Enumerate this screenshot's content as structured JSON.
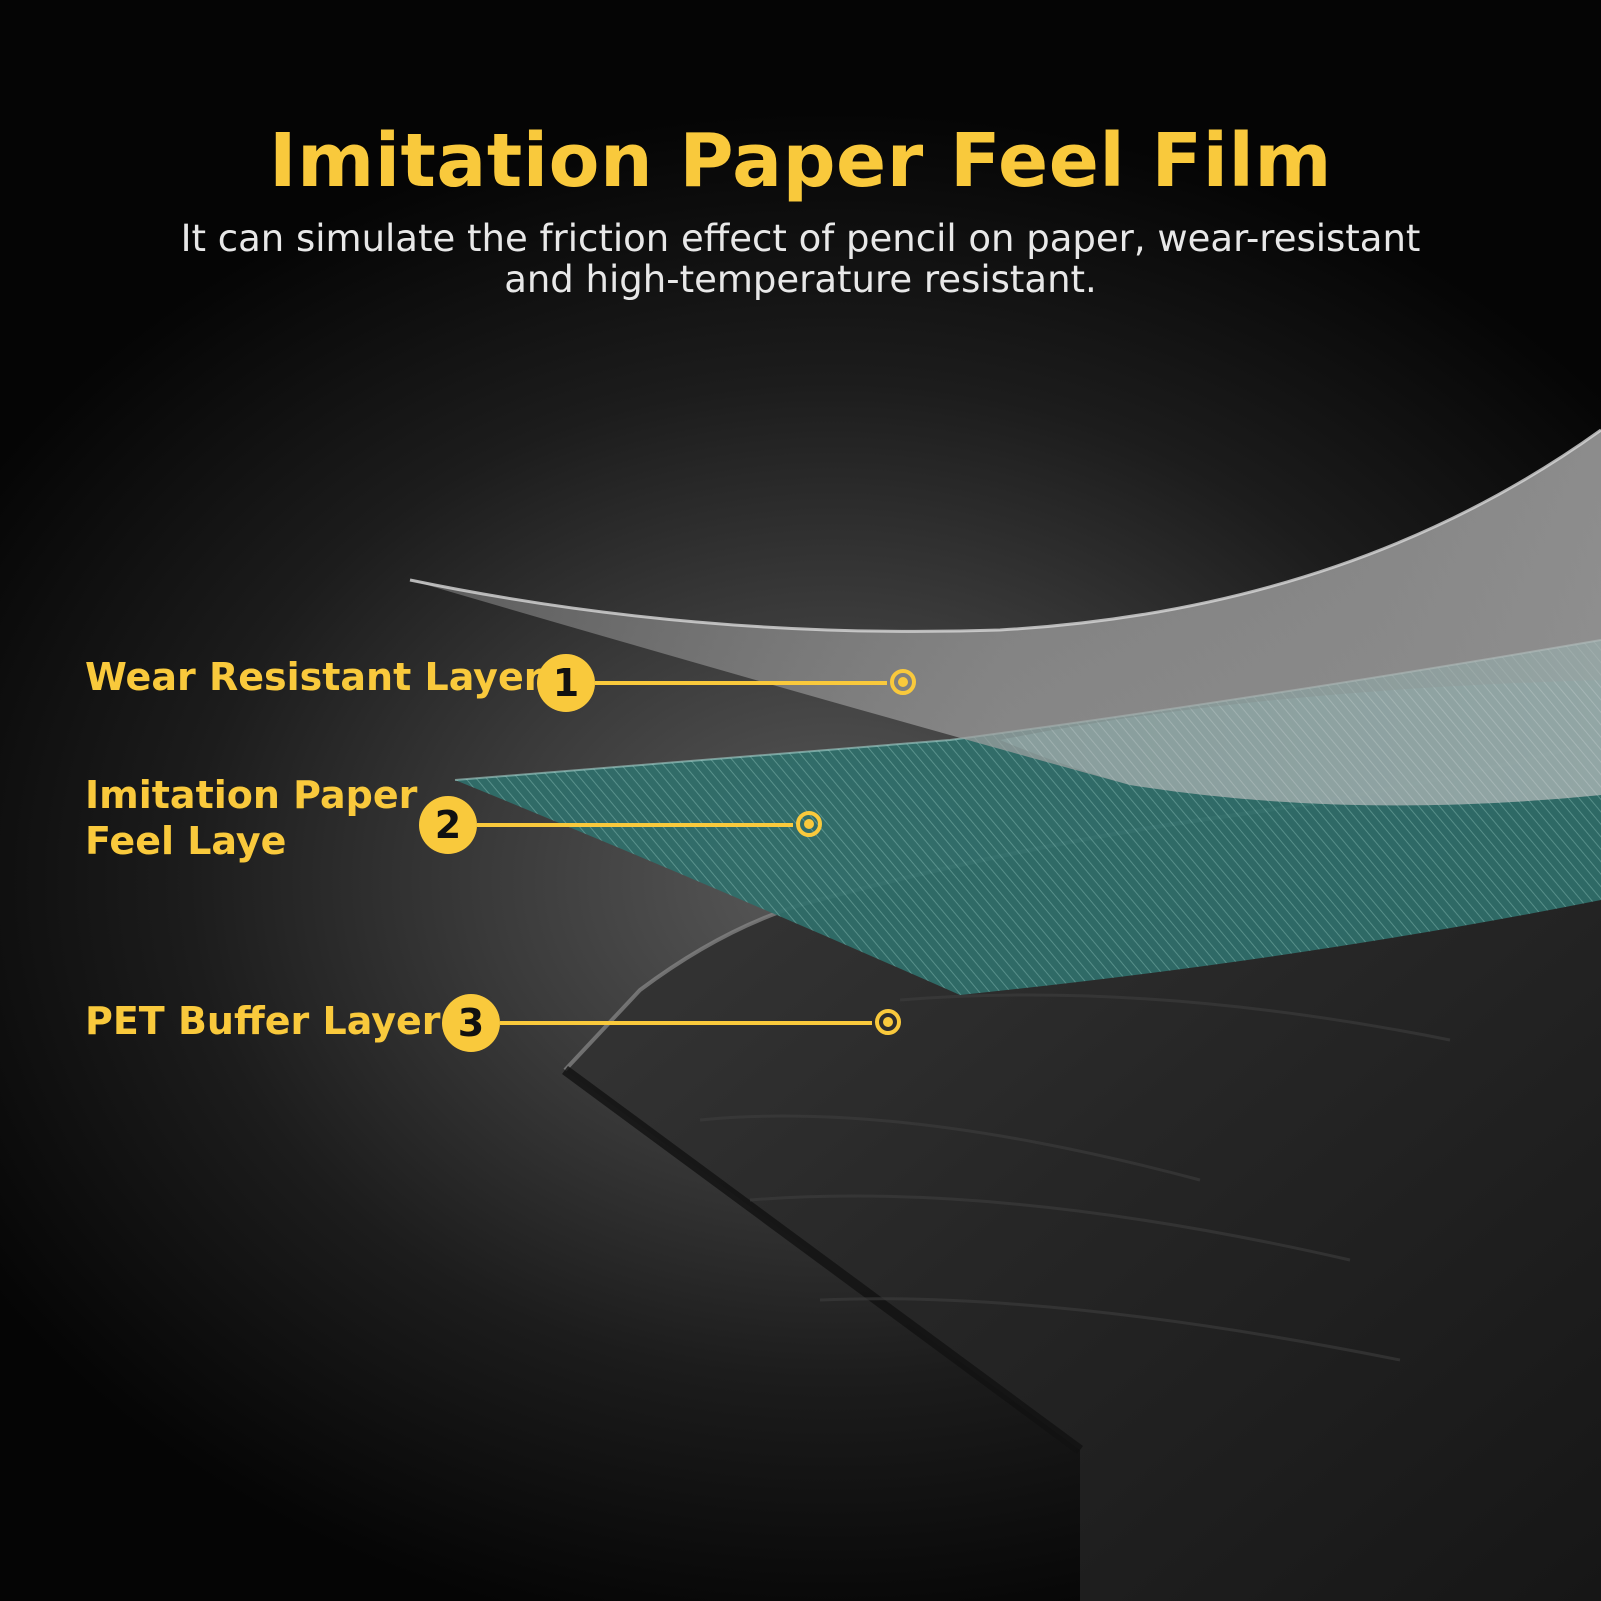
{
  "header": {
    "title": "Imitation Paper Feel Film",
    "subtitle": "It can simulate the friction effect of pencil on paper, wear-resistant and high-temperature resistant."
  },
  "layers": [
    {
      "label_line1": "Wear Resistant Layer",
      "label_line2": "",
      "number": "1"
    },
    {
      "label_line1": "Imitation Paper",
      "label_line2": "Feel Laye",
      "number": "2"
    },
    {
      "label_line1": "PET Buffer Layer",
      "label_line2": "",
      "number": "3"
    }
  ],
  "colors": {
    "accent": "#f9c93c",
    "subtitle_text": "#e8e8e8",
    "paper_layer": "#2e6e6a",
    "wear_layer": "#9a9a9a",
    "pet_layer": "#2a2a2a"
  }
}
